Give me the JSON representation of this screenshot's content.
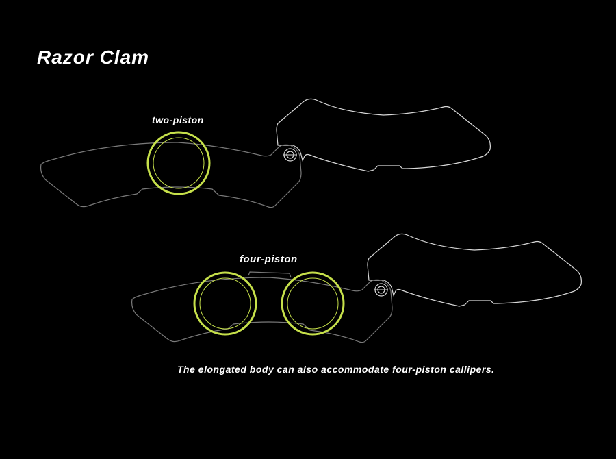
{
  "title": "Razor Clam",
  "labels": {
    "two_piston": "two-piston",
    "four_piston": "four-piston"
  },
  "caption": "The elongated body can also accommodate four-piston callipers.",
  "colors": {
    "background": "#000000",
    "piston": "#c6e04a",
    "body_outline": "#7a7a7a",
    "pad_outline": "#d8d8d8"
  }
}
